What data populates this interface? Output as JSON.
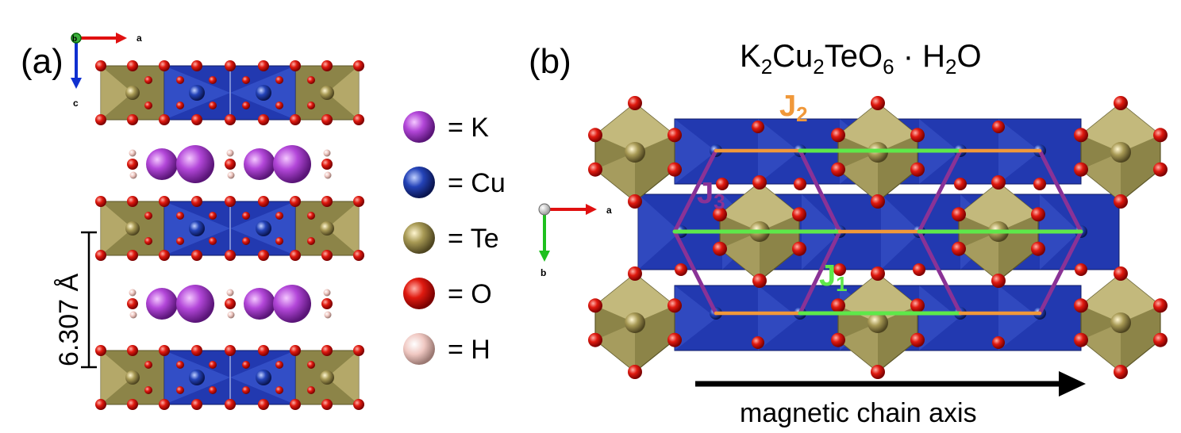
{
  "panel_a": {
    "label": "(a)",
    "axes": {
      "a": "a",
      "b": "b",
      "c": "c"
    },
    "interlayer_distance": "6.307 Å"
  },
  "legend": [
    {
      "symbol": "= K",
      "color": "#b347d9"
    },
    {
      "symbol": "= Cu",
      "color": "#2443b8"
    },
    {
      "symbol": "= Te",
      "color": "#a89a55"
    },
    {
      "symbol": "= O",
      "color": "#e0150f"
    },
    {
      "symbol": "= H",
      "color": "#f0c8c2"
    }
  ],
  "panel_b": {
    "label": "(b)",
    "formula": {
      "K": "K",
      "k_sub": "2",
      "Cu": "Cu",
      "cu_sub": "2",
      "TeO": "TeO",
      "o_sub": "6",
      "dot": " · ",
      "H": "H",
      "h_sub": "2",
      "O": "O"
    },
    "axes": {
      "a": "a",
      "b": "b"
    },
    "couplings": {
      "j1": {
        "letter": "J",
        "sub": "1",
        "color": "#5ee84a"
      },
      "j2": {
        "letter": "J",
        "sub": "2",
        "color": "#f0983a"
      },
      "j3": {
        "letter": "J",
        "sub": "3",
        "color": "#8a3296"
      }
    },
    "chain_axis_label": "magnetic chain axis"
  }
}
